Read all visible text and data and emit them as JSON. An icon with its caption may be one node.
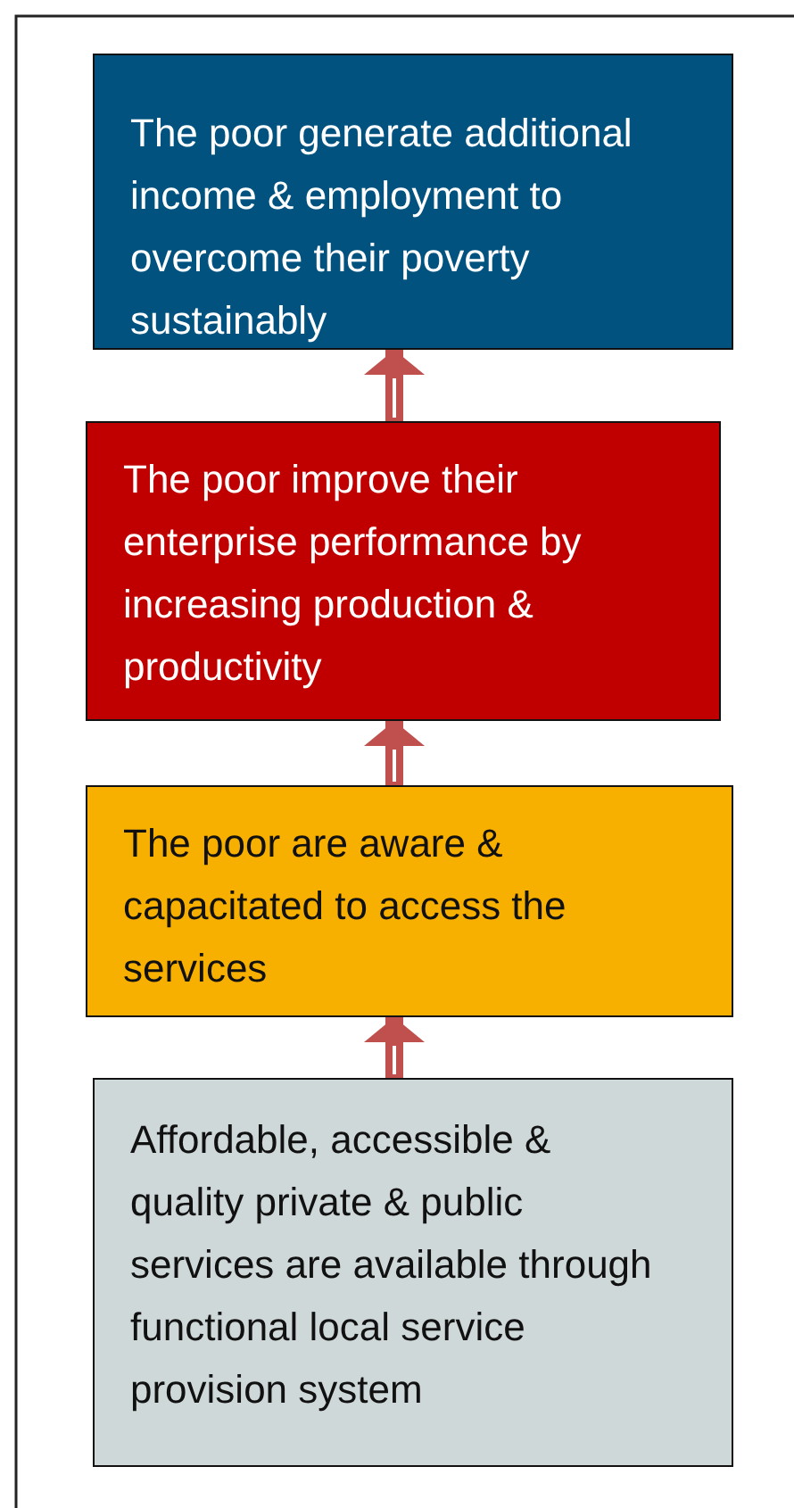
{
  "diagram": {
    "nodes": [
      {
        "text": [
          "The poor generate additional income & employment to overcome their poverty sustainably"
        ]
      },
      {
        "text": [
          "The poor improve their enterprise performance by increasing production & productivity"
        ]
      },
      {
        "text": [
          "The poor are aware & capacitated to access the services"
        ]
      },
      {
        "text": [
          "Affordable, accessible & quality private & public services are available through functional local service provision system"
        ]
      }
    ],
    "edges": [
      {
        "from": 1,
        "to": 0,
        "arrow": "to"
      },
      {
        "from": 2,
        "to": 1,
        "arrow": "to"
      },
      {
        "from": 3,
        "to": 2,
        "arrow": "to"
      }
    ]
  }
}
